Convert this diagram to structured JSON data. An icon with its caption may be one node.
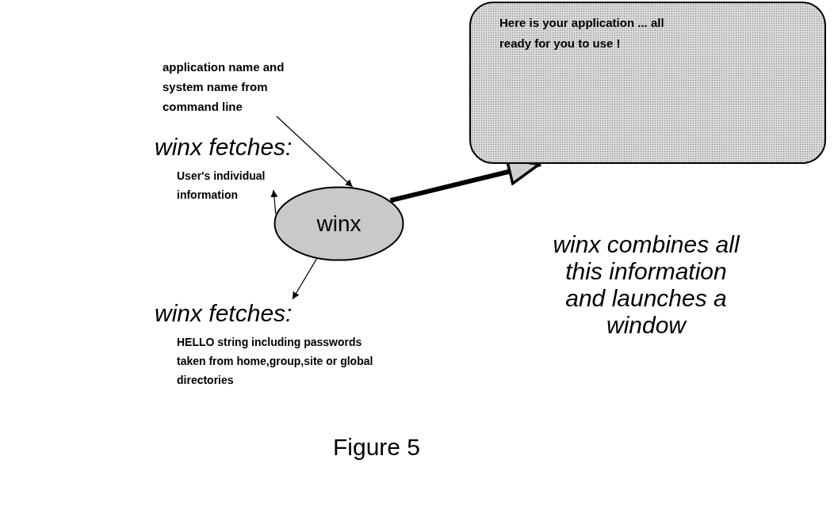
{
  "diagram": {
    "caption": "Figure 5",
    "nodes": [
      {
        "text": [
          "application name and system name from command line"
        ]
      },
      {
        "text": [
          "winx"
        ]
      },
      {
        "text": [
          "Here is your application ... all ready for you to use !"
        ]
      },
      {
        "text": [
          "winx fetches:",
          "User's individual information"
        ]
      },
      {
        "text": [
          "winx fetches:",
          "HELLO string including passwords taken from home,group,site or global directories"
        ]
      }
    ],
    "edges": [
      {
        "from": 0,
        "to": 1,
        "arrow": "to"
      },
      {
        "from": 1,
        "to": 2,
        "arrow": "to",
        "style": "thick"
      },
      {
        "from": 1,
        "to": 3,
        "arrow": "to"
      },
      {
        "from": 1,
        "to": 4,
        "arrow": "to"
      }
    ],
    "labels": [
      "winx combines all this information and launches a window"
    ]
  }
}
